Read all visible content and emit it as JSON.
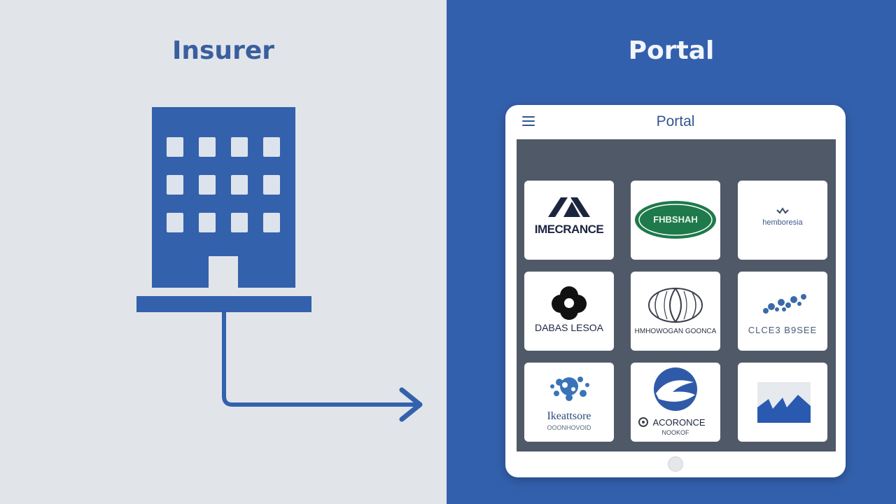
{
  "diagram": {
    "left_title": "Insurer",
    "right_title": "Portal"
  },
  "tablet": {
    "title": "Portal",
    "menu_icon": "hamburger-menu-icon",
    "tiles": [
      {
        "label": "IMECRANCE",
        "sublabel": "",
        "logo": "chevron-mountain-logo"
      },
      {
        "label": "FHBSHAH",
        "sublabel": "",
        "logo": "green-oval-logo"
      },
      {
        "label": "hemboresia",
        "sublabel": "",
        "logo": "small-mark-logo"
      },
      {
        "label": "DABAS LESOA",
        "sublabel": "",
        "logo": "black-blob-logo"
      },
      {
        "label": "HMHOWOGAN GOONCA",
        "sublabel": "",
        "logo": "globe-leaves-logo"
      },
      {
        "label": "CLCE3 B9SEE",
        "sublabel": "",
        "logo": "scatter-dots-logo"
      },
      {
        "label": "Ikeattsore",
        "sublabel": "OOONHOVOID",
        "logo": "splash-logo"
      },
      {
        "label": "ACORONCE",
        "sublabel": "NOOKOF",
        "logo": "blue-swoosh-circle-logo"
      },
      {
        "label": "",
        "sublabel": "",
        "logo": "blue-zigzag-logo"
      }
    ]
  },
  "colors": {
    "left_bg": "#e1e5ea",
    "right_bg": "#3360ad",
    "accent_blue": "#3461ac",
    "oval_green": "#1e7a4a"
  }
}
